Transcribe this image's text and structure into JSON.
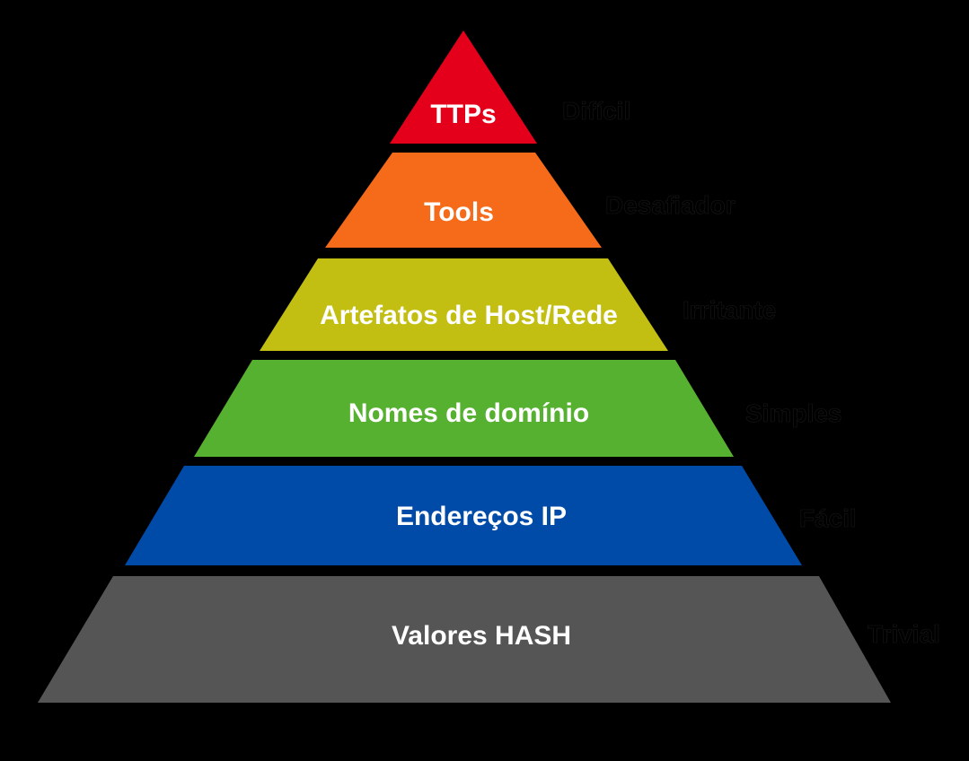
{
  "pyramid": {
    "tiers": [
      {
        "label": "TTPs",
        "side_label": "Difícil",
        "color": "#E4001B"
      },
      {
        "label": "Tools",
        "side_label": "Desafiador",
        "color": "#F56B1A"
      },
      {
        "label": "Artefatos de Host/Rede",
        "side_label": "Irritante",
        "color": "#C2BF12"
      },
      {
        "label": "Nomes de domínio",
        "side_label": "Simples",
        "color": "#57B131"
      },
      {
        "label": "Endereços IP",
        "side_label": "Fácil",
        "color": "#004BA8"
      },
      {
        "label": "Valores HASH",
        "side_label": "Trivial",
        "color": "#555555"
      }
    ]
  }
}
